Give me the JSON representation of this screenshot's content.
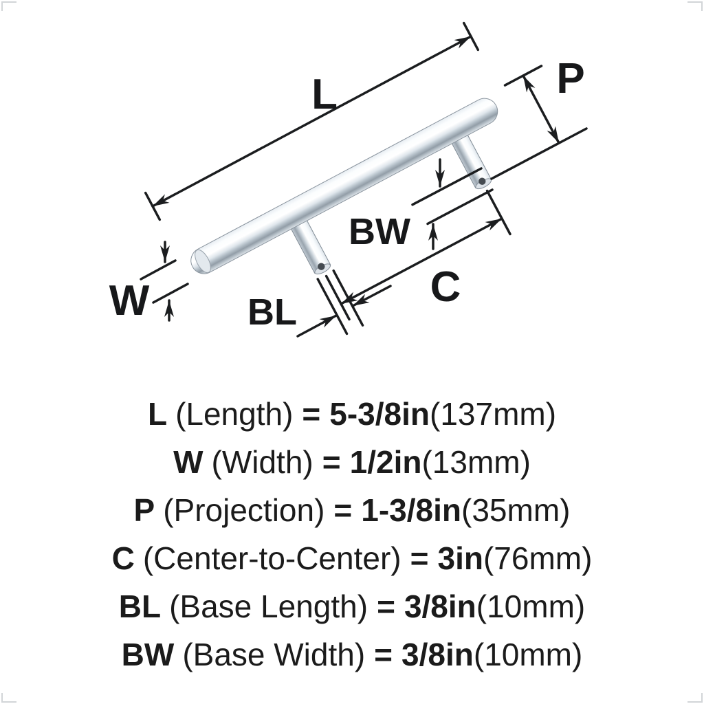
{
  "diagram": {
    "description": "bar-pull-handle-dimension-diagram",
    "labels": {
      "L": "L",
      "P": "P",
      "C": "C",
      "W": "W",
      "BL": "BL",
      "BW": "BW"
    },
    "colors": {
      "line": "#1b1d1f",
      "chrome_highlight": "#ffffff",
      "chrome_mid": "#c9d2da",
      "chrome_shadow": "#929da7",
      "background": "#ffffff"
    }
  },
  "legend": {
    "rows": [
      {
        "symbol": "L",
        "name": "(Length)",
        "eq": "=",
        "value": "5-3/8in",
        "metric": "(137mm)"
      },
      {
        "symbol": "W",
        "name": "(Width)",
        "eq": "=",
        "value": "1/2in",
        "metric": "(13mm)"
      },
      {
        "symbol": "P",
        "name": "(Projection)",
        "eq": "=",
        "value": "1-3/8in",
        "metric": "(35mm)"
      },
      {
        "symbol": "C",
        "name": "(Center-to-Center)",
        "eq": "=",
        "value": "3in",
        "metric": "(76mm)"
      },
      {
        "symbol": "BL",
        "name": "(Base Length)",
        "eq": "=",
        "value": "3/8in",
        "metric": "(10mm)"
      },
      {
        "symbol": "BW",
        "name": "(Base Width)",
        "eq": "=",
        "value": "3/8in",
        "metric": "(10mm)"
      }
    ]
  }
}
